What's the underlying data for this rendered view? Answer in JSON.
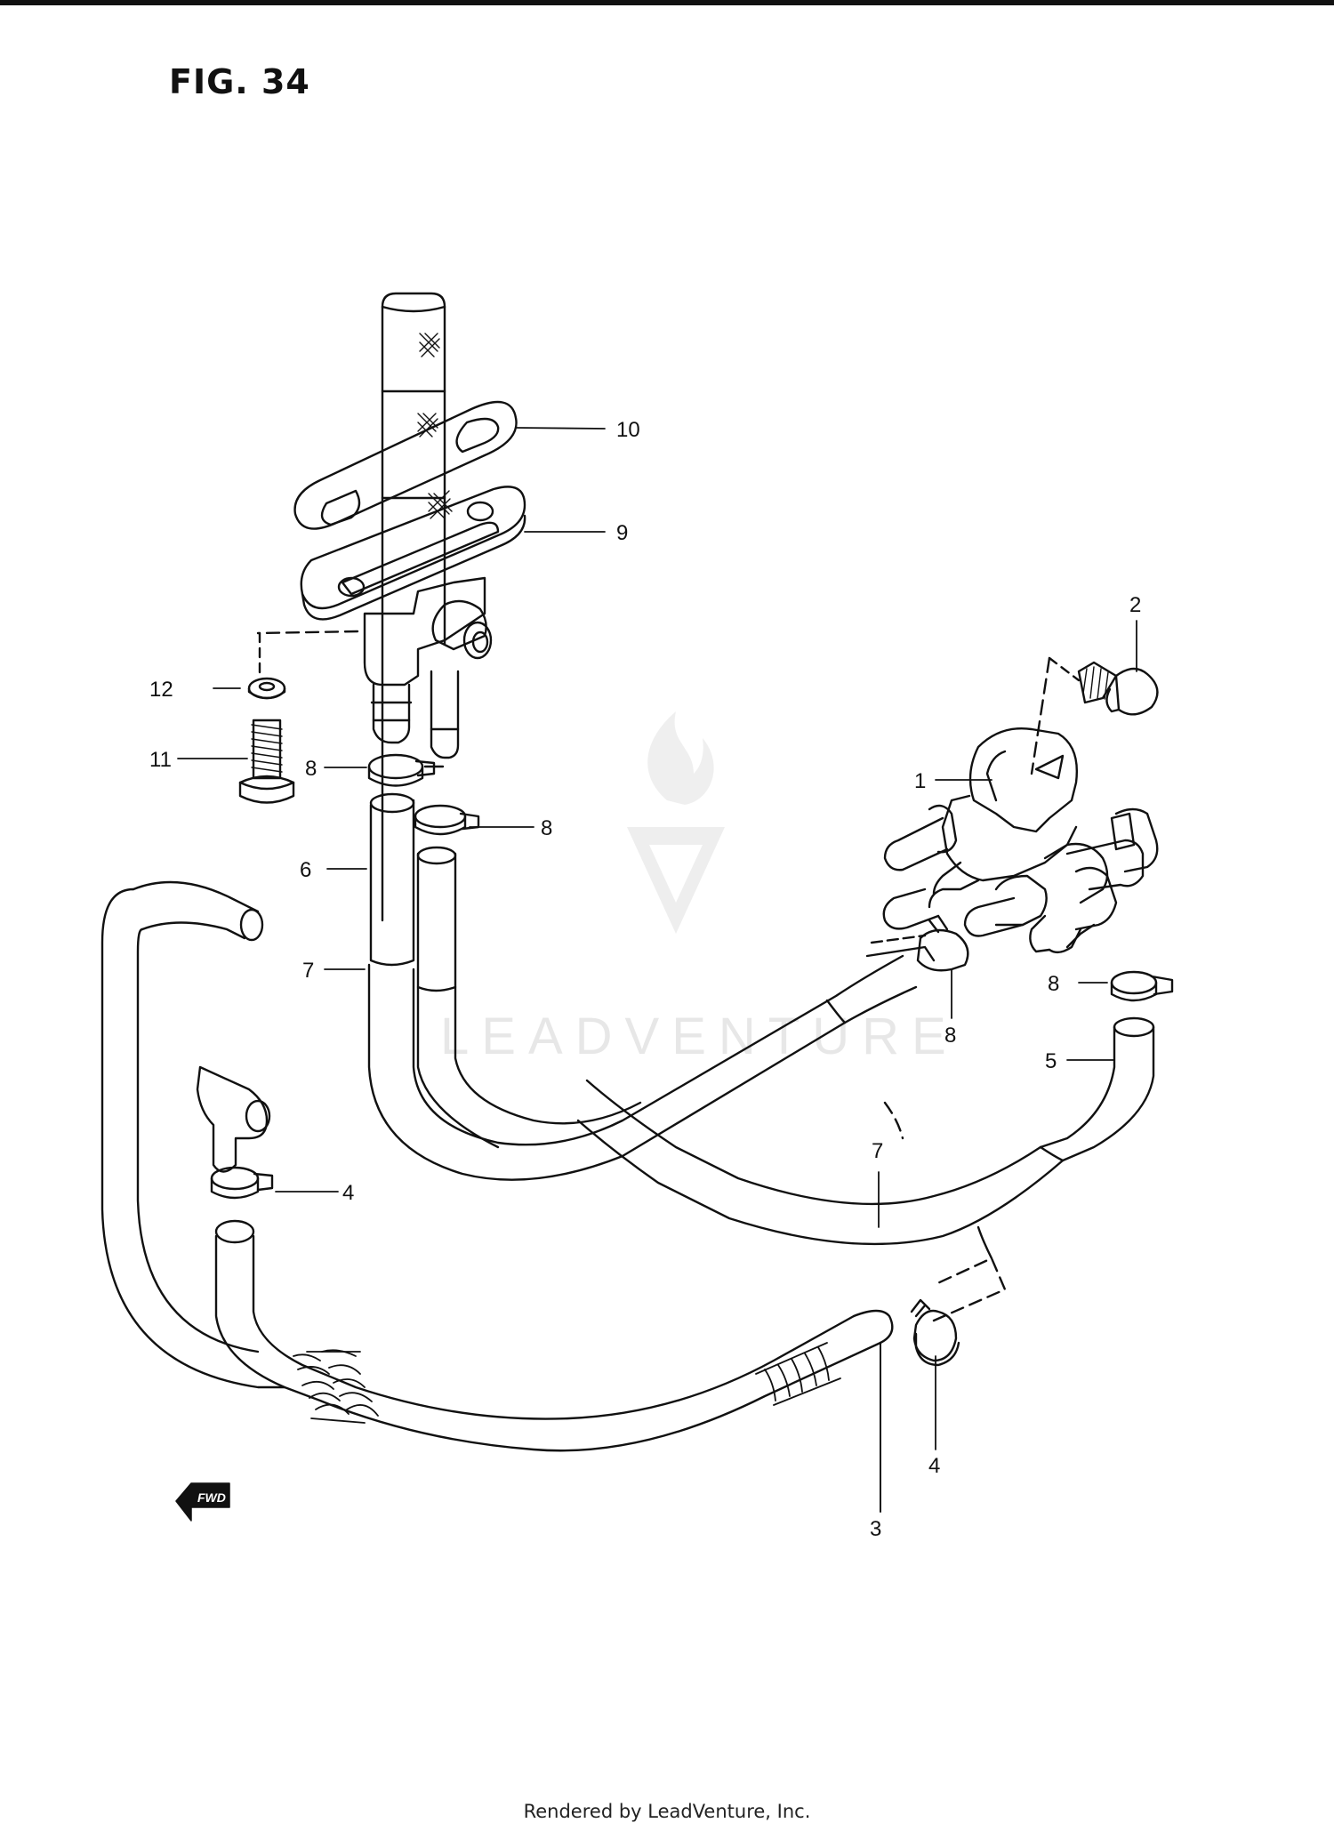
{
  "figure": {
    "title": "FIG. 34",
    "footer": "Rendered by LeadVenture, Inc.",
    "watermark": "LEADVENTURE",
    "direction_badge": "FWD"
  },
  "callouts": [
    {
      "id": "10",
      "label": "10"
    },
    {
      "id": "9",
      "label": "9"
    },
    {
      "id": "2",
      "label": "2"
    },
    {
      "id": "12",
      "label": "12"
    },
    {
      "id": "11",
      "label": "11"
    },
    {
      "id": "8a",
      "label": "8"
    },
    {
      "id": "1",
      "label": "1"
    },
    {
      "id": "8b",
      "label": "8"
    },
    {
      "id": "6",
      "label": "6"
    },
    {
      "id": "7a",
      "label": "7"
    },
    {
      "id": "8c",
      "label": "8"
    },
    {
      "id": "8d",
      "label": "8"
    },
    {
      "id": "5",
      "label": "5"
    },
    {
      "id": "7b",
      "label": "7"
    },
    {
      "id": "4a",
      "label": "4"
    },
    {
      "id": "3",
      "label": "3"
    },
    {
      "id": "4b",
      "label": "4"
    }
  ],
  "colors": {
    "ink": "#111111",
    "paper": "#ffffff",
    "watermark": "#bdbdbd"
  }
}
